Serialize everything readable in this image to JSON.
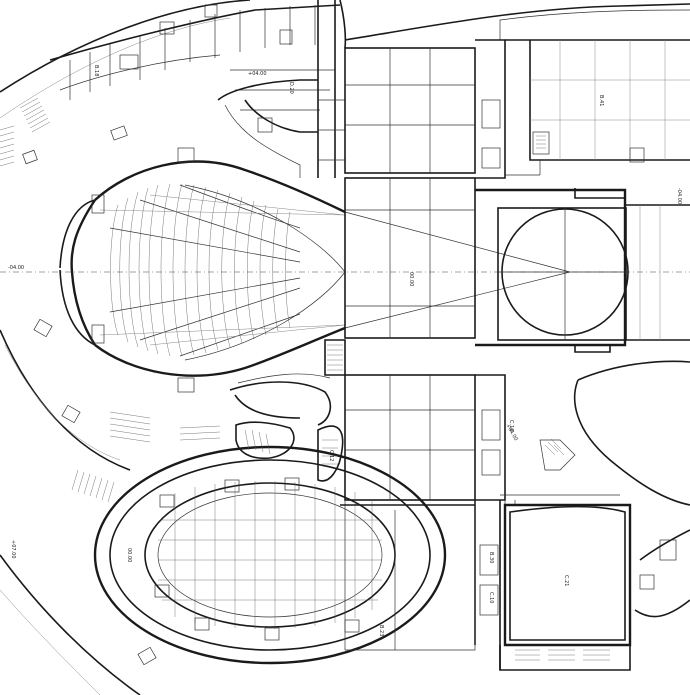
{
  "levels": {
    "left_axis": "-04.00",
    "right_axis": "-04.00",
    "center_stage": "00.00",
    "mid_right": "+04.00",
    "top_plaza": "+04.00",
    "lower_left": "00.00",
    "left_edge": "+07.00"
  },
  "room_labels": {
    "upper_hall": "B.41",
    "lower_hall": "C.21",
    "room_a": "B.30",
    "room_b": "C.10",
    "room_c": "C.12",
    "room_d": "B.23",
    "room_e": "D.20",
    "room_f": "B.18",
    "room_g": "C.18"
  }
}
